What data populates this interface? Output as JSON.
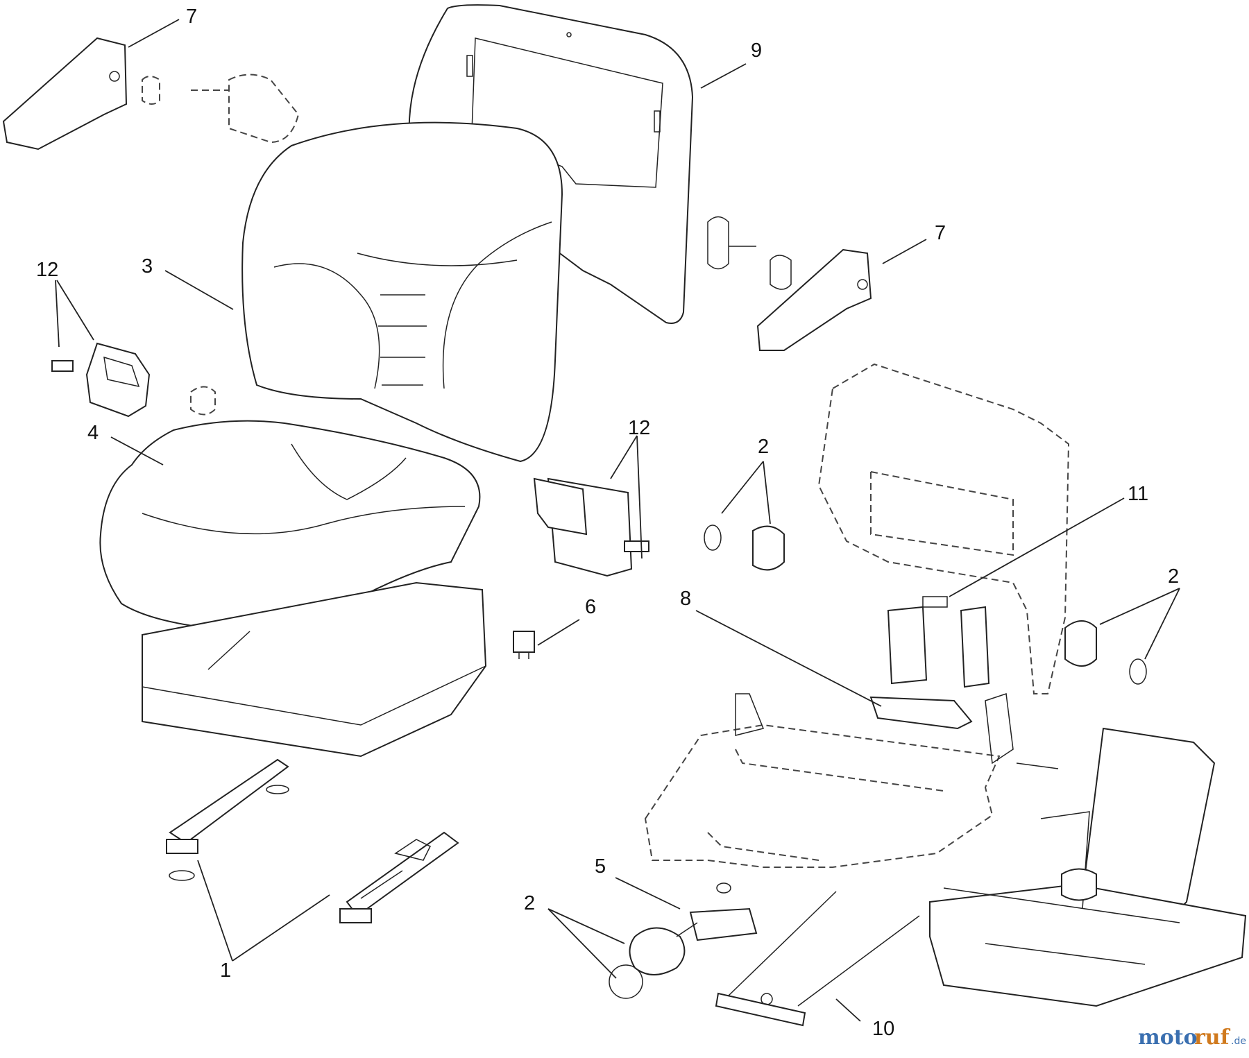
{
  "labels": {
    "armrest_left_top": "7",
    "seat_back_cover": "9",
    "armrest_right": "7",
    "belt_left": "12",
    "seat_back": "3",
    "seat_cushion": "4",
    "belt_right": "12",
    "knob_left": "2",
    "bracket": "11",
    "knob_right": "2",
    "latch": "8",
    "switch": "6",
    "tracks": "1",
    "link": "5",
    "knob_bottom": "2",
    "rod": "10"
  },
  "watermark": {
    "left": "moto",
    "mid": "ruf",
    "suffix": ".de"
  }
}
